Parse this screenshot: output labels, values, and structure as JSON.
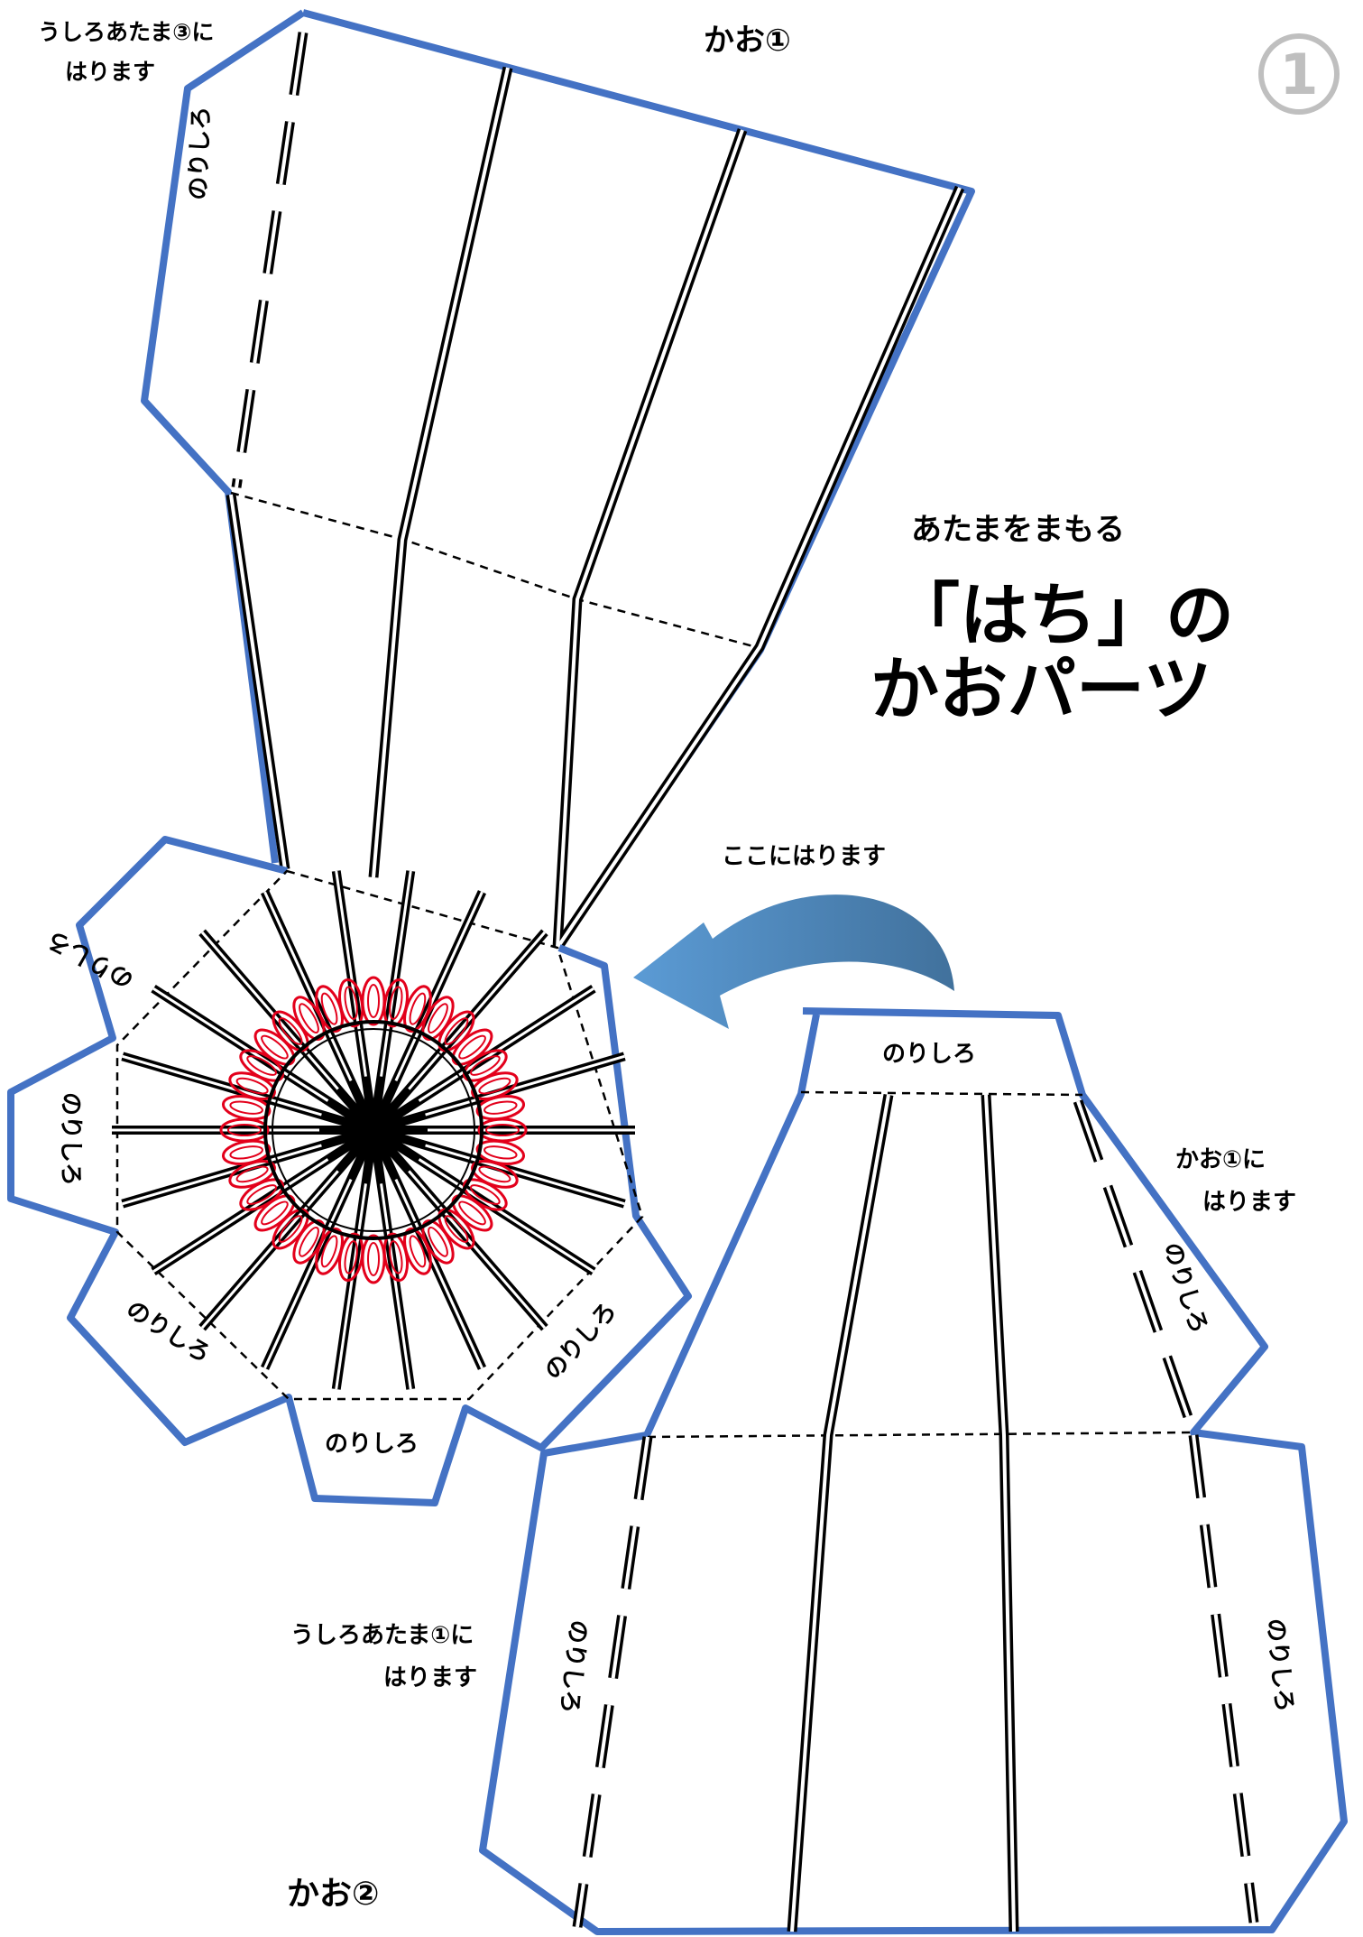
{
  "page_number": "1",
  "title": {
    "line1": "あたまをまもる",
    "line2": "「はち」の",
    "line3": "かおパーツ"
  },
  "labels": {
    "face1": "かお①",
    "face2": "かお②",
    "back3_line1": "うしろあたま③に",
    "back3_line2": "はります",
    "attach_here": "ここにはります",
    "face1_attach_line1": "かお①に",
    "face1_attach_line2": "はります",
    "back1_line1": "うしろあたま①に",
    "back1_line2": "はります",
    "glue_tab": "のりしろ"
  },
  "colors": {
    "outline": "#4472c4",
    "arrow": "#5b9bd5",
    "arrow_dark": "#41719c",
    "eye_ring": "#e3001b",
    "line": "#000000",
    "page_badge": "#bfbfbf"
  }
}
